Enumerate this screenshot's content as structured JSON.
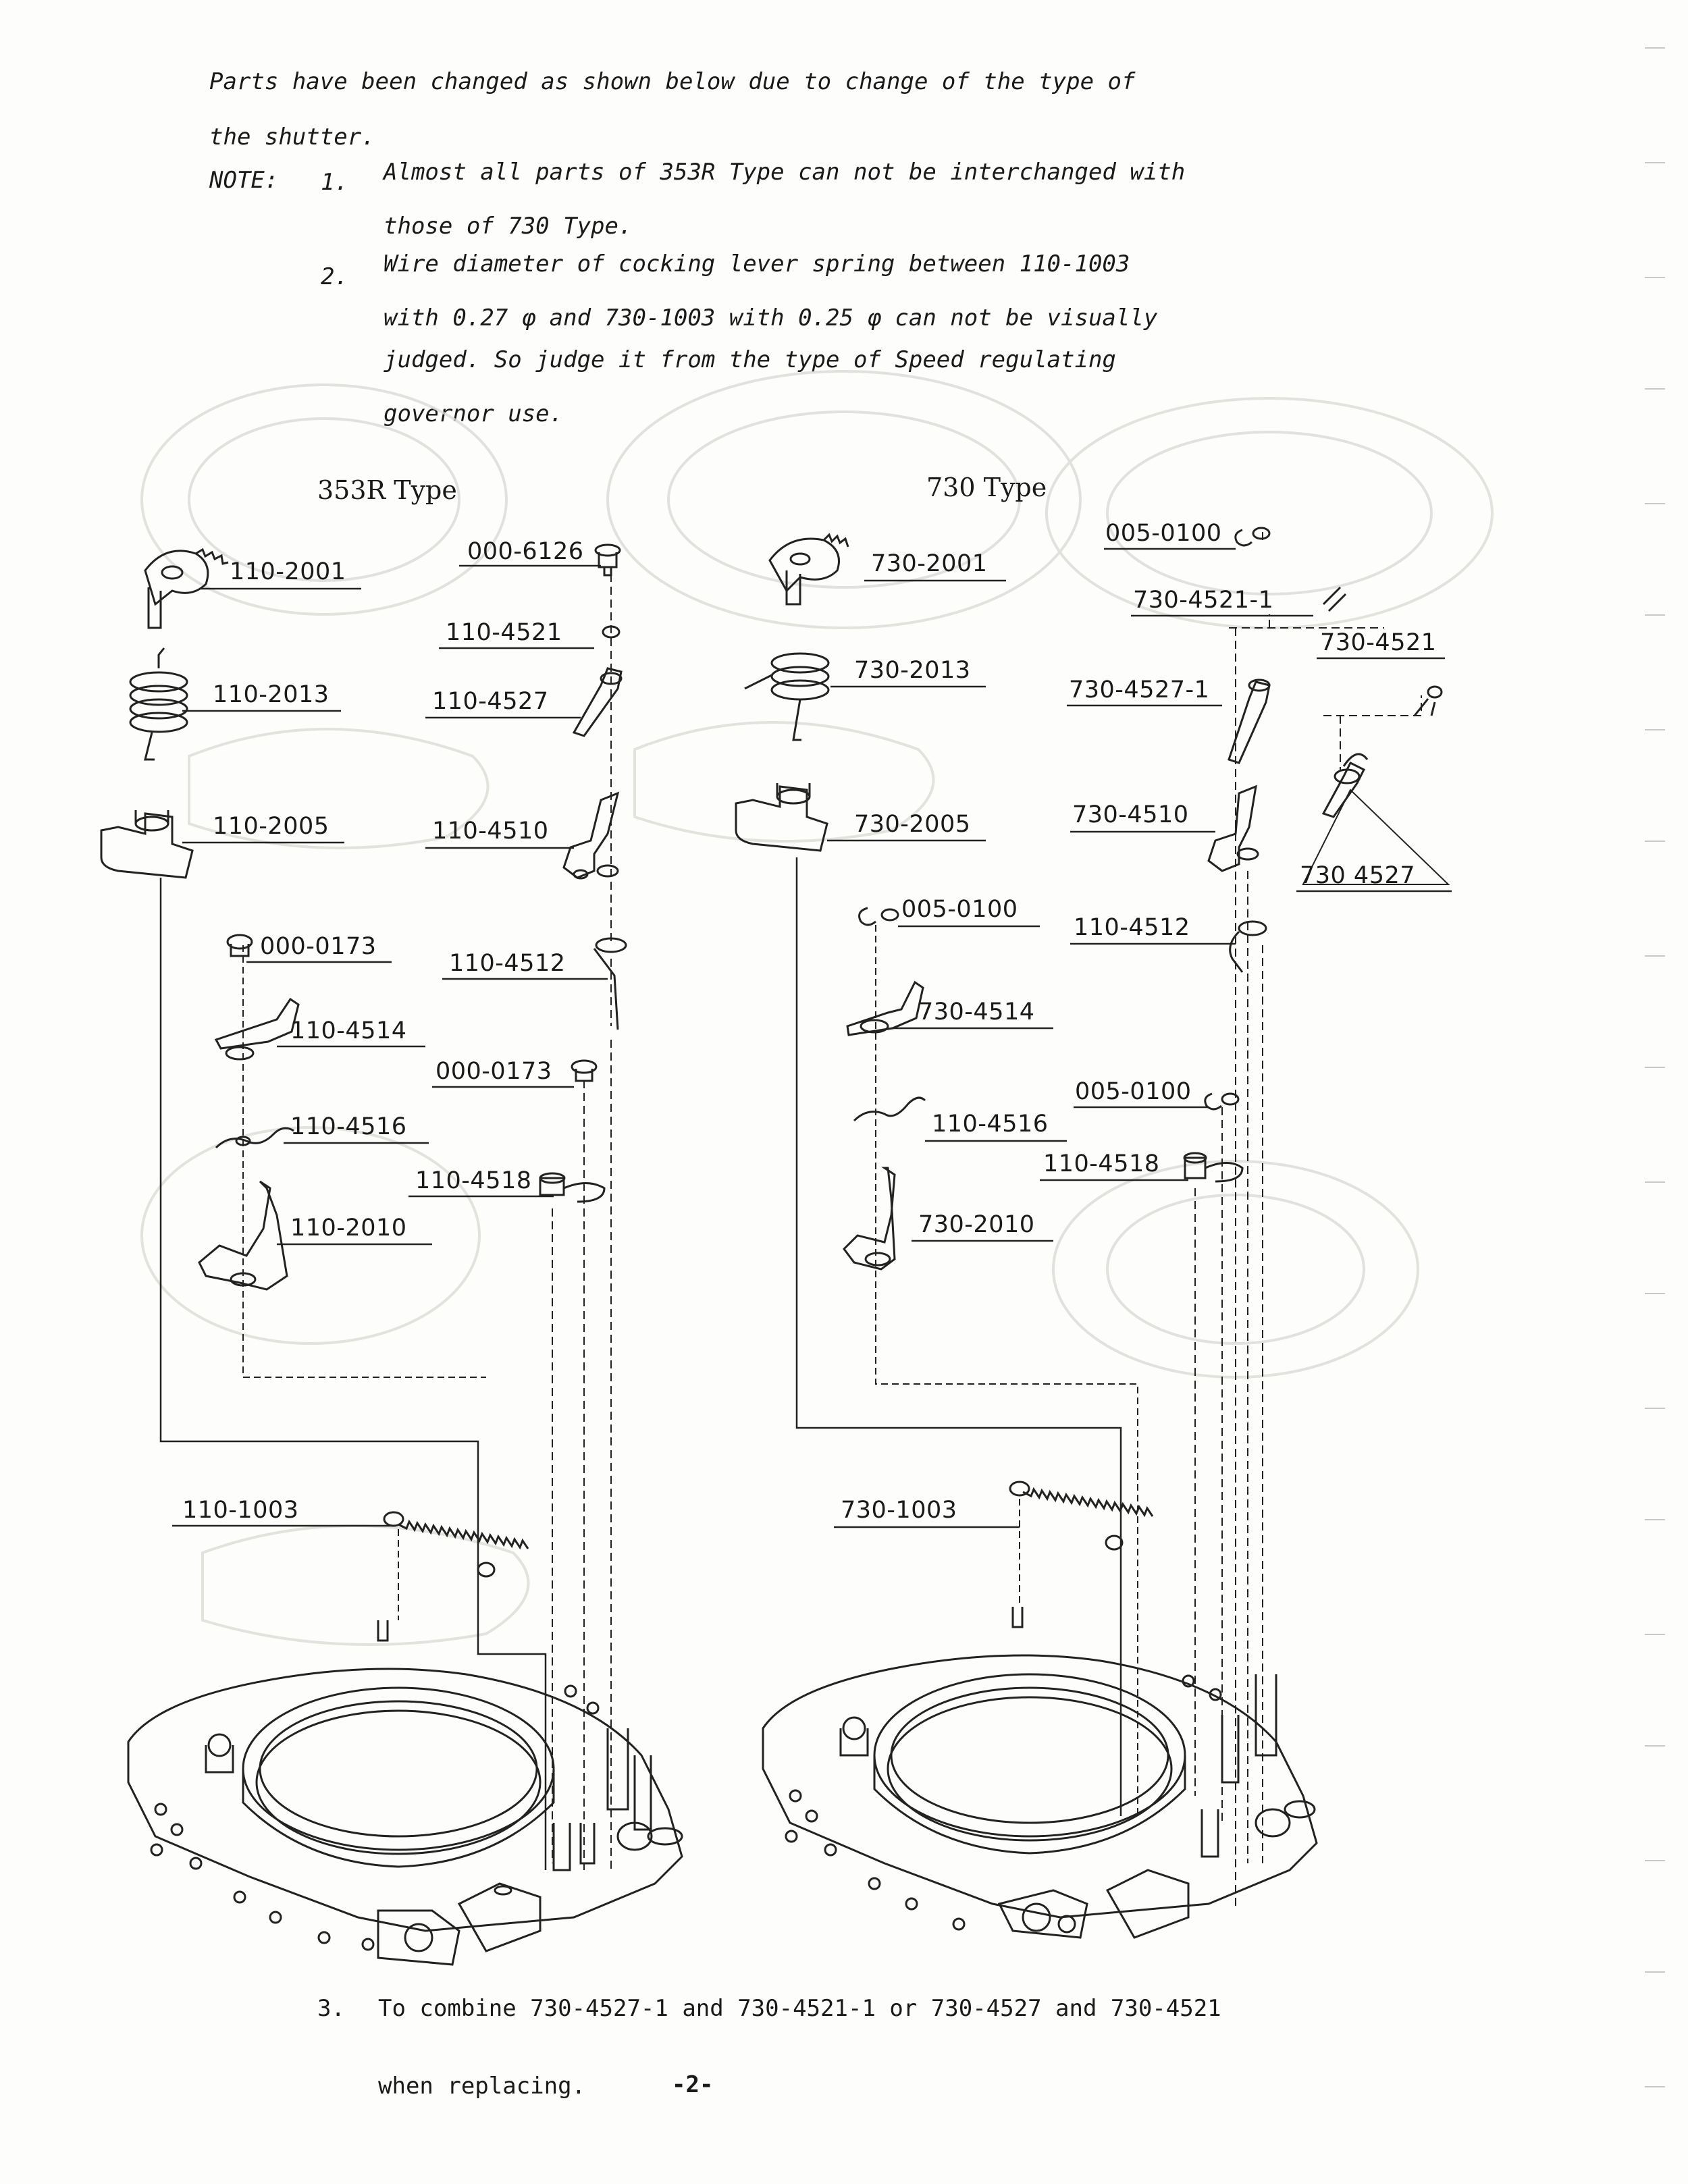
{
  "intro": {
    "line1": "Parts have been changed as shown below due to change of the type of",
    "line2": "the shutter.",
    "note_label": "NOTE:",
    "note1_num": "1.",
    "note1_line1": "Almost all parts of 353R Type can not be interchanged with",
    "note1_line2": "those of 730 Type.",
    "note2_num": "2.",
    "note2_line1": "Wire diameter of cocking lever spring between 110-1003",
    "note2_line2": "with 0.27 φ and 730-1003 with 0.25 φ can not be visually",
    "note2_line3": "judged.  So judge it from the type of Speed regulating",
    "note2_line4": "governor use."
  },
  "headings": {
    "left": "353R Type",
    "right": "730 Type"
  },
  "parts_left": {
    "p110_2001": "110-2001",
    "p110_2013": "110-2013",
    "p110_2005": "110-2005",
    "p000_6126": "000-6126",
    "p110_4521": "110-4521",
    "p110_4527": "110-4527",
    "p110_4510": "110-4510",
    "p000_0173a": "000-0173",
    "p110_4512": "110-4512",
    "p110_4514": "110-4514",
    "p000_0173b": "000-0173",
    "p110_4516": "110-4516",
    "p110_4518": "110-4518",
    "p110_2010": "110-2010",
    "p110_1003": "110-1003"
  },
  "parts_right": {
    "p730_2001": "730-2001",
    "p730_2013": "730-2013",
    "p730_2005": "730-2005",
    "p005_0100a": "005-0100",
    "p730_4514": "730-4514",
    "p110_4516": "110-4516",
    "p730_2010": "730-2010",
    "p005_0100b": "005-0100",
    "p730_4521_1": "730-4521-1",
    "p730_4521": "730-4521",
    "p730_4527_1": "730-4527-1",
    "p730_4510": "730-4510",
    "p730_4527": "730 4527",
    "p110_4512": "110-4512",
    "p005_0100c": "005-0100",
    "p110_4518": "110-4518",
    "p730_1003": "730-1003"
  },
  "footer": {
    "num": "3.",
    "line1": "To combine 730-4527-1 and 730-4521-1 or 730-4527 and 730-4521",
    "line2": "when replacing.",
    "page": "-2-"
  }
}
